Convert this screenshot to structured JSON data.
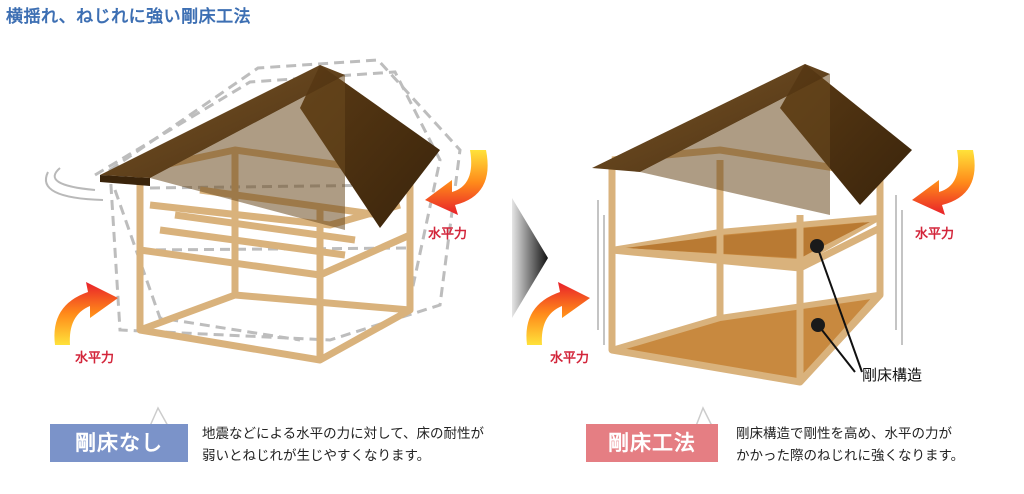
{
  "title": "横揺れ、ねじれに強い剛床工法",
  "left": {
    "force_label_right": "水平力",
    "force_label_left": "水平力",
    "badge": "剛床なし",
    "desc_line1": "地震などによる水平の力に対して、床の耐性が",
    "desc_line2": "弱いとねじれが生じやすくなります。"
  },
  "right": {
    "force_label_right": "水平力",
    "force_label_left": "水平力",
    "callout": "剛床構造",
    "badge": "剛床工法",
    "desc_line1": "剛床構造で剛性を高め、水平の力が",
    "desc_line2": "かかった際のねじれに強くなります。"
  },
  "colors": {
    "title": "#3d6fb3",
    "roof": "#5a3d18",
    "frame": "#d9b27c",
    "floor": "#c8893f",
    "force_text": "#d3263b",
    "badge_left": "#7b93c9",
    "badge_right": "#e57e83"
  }
}
